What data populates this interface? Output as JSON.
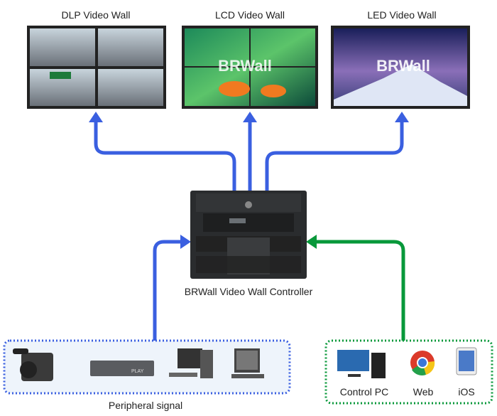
{
  "walls": [
    {
      "title": "DLP Video Wall"
    },
    {
      "title": "LCD Video Wall",
      "logo_text": "BRWall"
    },
    {
      "title": "LED Video Wall",
      "logo_text": "BRWall"
    }
  ],
  "controller": {
    "label": "BRWall Video Wall Controller"
  },
  "peripheral": {
    "label": "Peripheral signal",
    "player_text": "PLAY"
  },
  "control": {
    "items": [
      {
        "label": "Control PC"
      },
      {
        "label": "Web"
      },
      {
        "label": "iOS"
      }
    ]
  },
  "colors": {
    "output_arrow": "#3a5fe0",
    "input_arrow_left": "#3a5fe0",
    "input_arrow_right": "#08983a"
  }
}
